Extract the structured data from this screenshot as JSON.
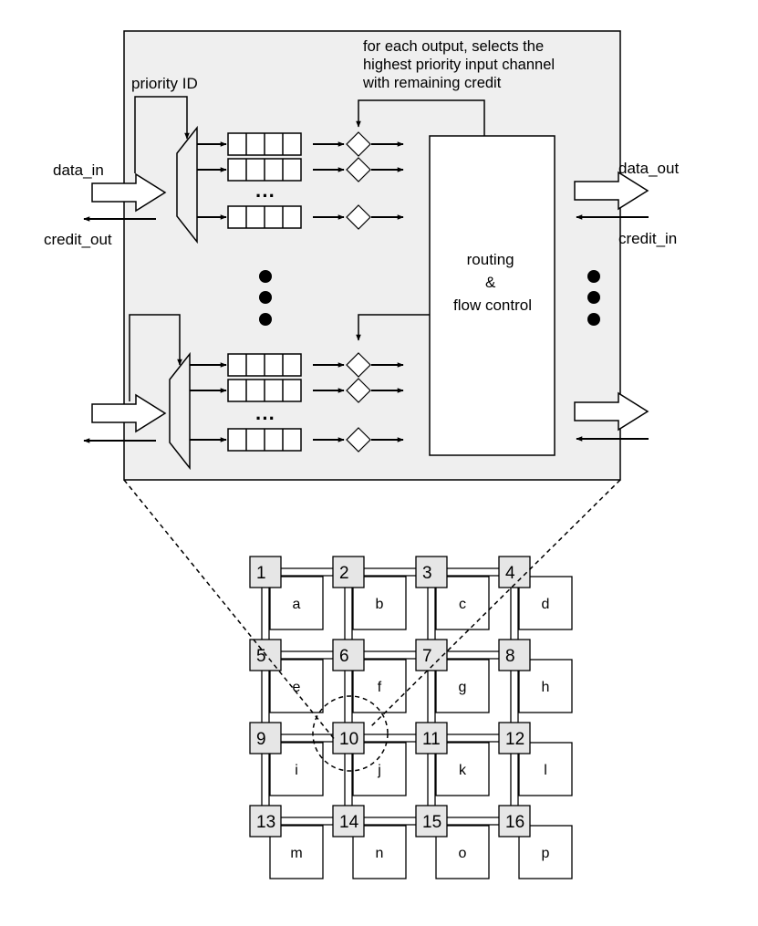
{
  "router": {
    "annotation_lines": [
      "for each output, selects the",
      "highest priority input channel",
      "with remaining credit"
    ],
    "priority_label": "priority ID",
    "data_in_label": "data_in",
    "credit_out_label": "credit_out",
    "data_out_label": "data_out",
    "credit_in_label": "credit_in",
    "block_lines": [
      "routing",
      "&",
      "flow control"
    ],
    "ellipsis": "···"
  },
  "mesh": {
    "router_labels": [
      "1",
      "2",
      "3",
      "4",
      "5",
      "6",
      "7",
      "8",
      "9",
      "10",
      "11",
      "12",
      "13",
      "14",
      "15",
      "16"
    ],
    "core_labels": [
      "a",
      "b",
      "c",
      "d",
      "e",
      "f",
      "g",
      "h",
      "i",
      "j",
      "k",
      "l",
      "m",
      "n",
      "o",
      "p"
    ]
  },
  "colors": {
    "panel_fill": "#efefef",
    "router_fill": "#e6e6e6",
    "stroke": "#000000"
  }
}
